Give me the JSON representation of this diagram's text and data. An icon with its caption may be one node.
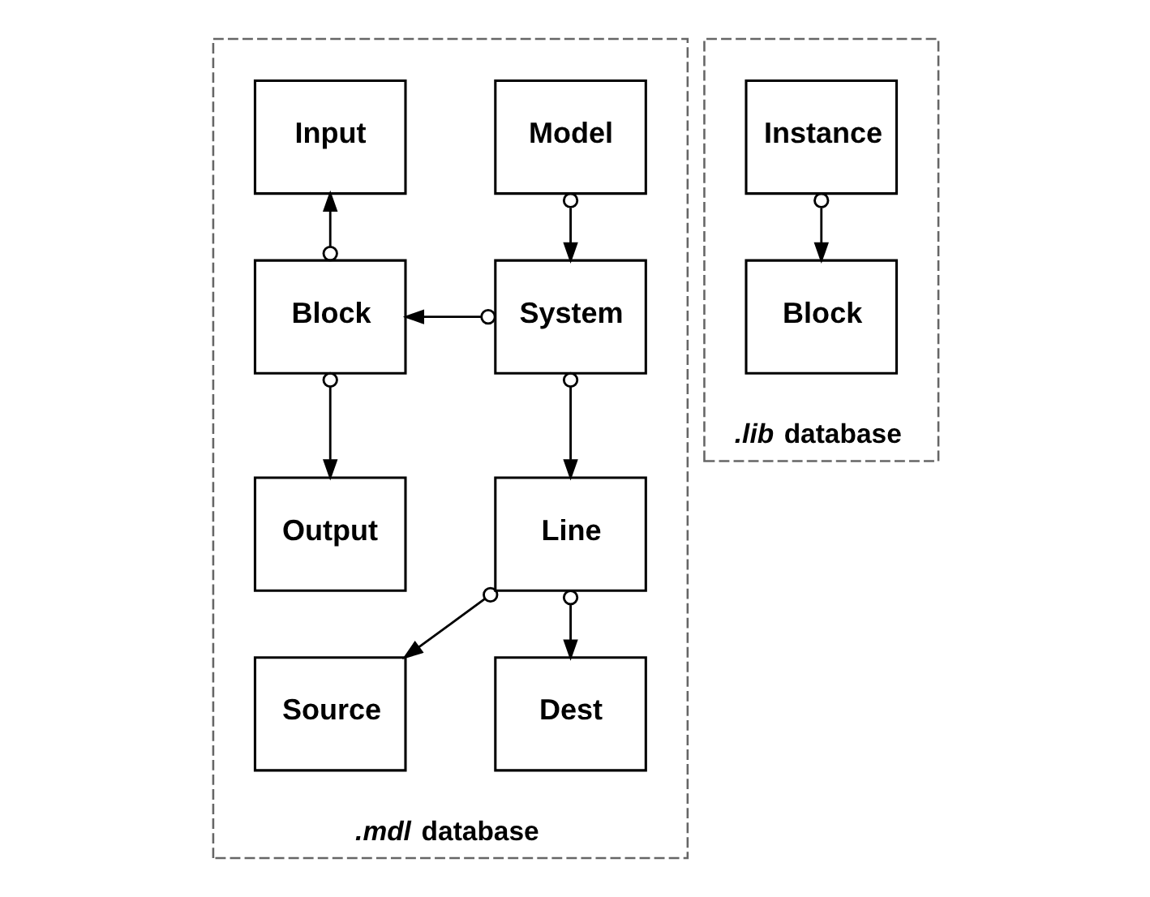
{
  "diagram": {
    "nodes": [
      {
        "text": [
          "*.mdl* database"
        ]
      },
      {
        "text": [
          "Model"
        ],
        "in": 0
      },
      {
        "text": [
          "Input"
        ],
        "in": 0
      },
      {
        "text": [
          "System"
        ],
        "in": 0
      },
      {
        "text": [
          "Block"
        ],
        "in": 0
      },
      {
        "text": [
          "Line"
        ],
        "in": 0
      },
      {
        "text": [
          "Output"
        ],
        "in": 0
      },
      {
        "text": [
          "Source"
        ],
        "in": 0
      },
      {
        "text": [
          "Dest"
        ],
        "in": 0
      },
      {
        "text": [
          "*.lib* database"
        ]
      },
      {
        "text": [
          "Instance"
        ],
        "in": 9
      },
      {
        "text": [
          "Block"
        ],
        "in": 9
      }
    ],
    "edges": [
      {
        "from": 1,
        "to": 3,
        "arrow": "to"
      },
      {
        "from": 3,
        "to": 4,
        "arrow": "to"
      },
      {
        "from": 4,
        "to": 2,
        "arrow": "to"
      },
      {
        "from": 4,
        "to": 6,
        "arrow": "to"
      },
      {
        "from": 3,
        "to": 5,
        "arrow": "to"
      },
      {
        "from": 5,
        "to": 7,
        "arrow": "to"
      },
      {
        "from": 5,
        "to": 8,
        "arrow": "to"
      },
      {
        "from": 10,
        "to": 11,
        "arrow": "to"
      }
    ]
  }
}
